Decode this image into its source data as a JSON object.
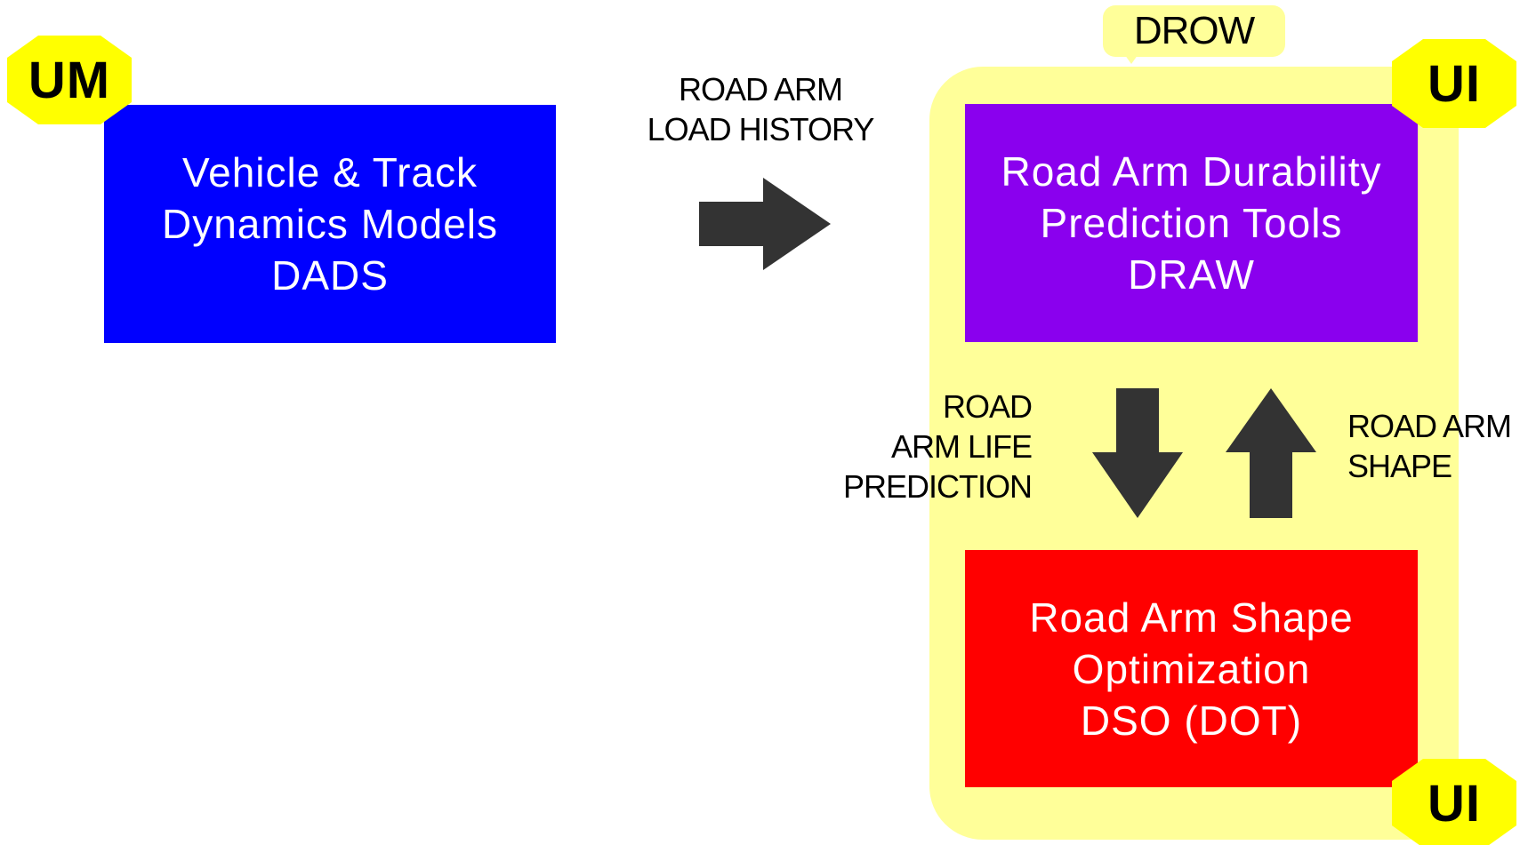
{
  "badges": {
    "left": "UM",
    "right_top": "UI",
    "right_bottom": "UI"
  },
  "drow_group": {
    "label": "DROW"
  },
  "boxes": {
    "dads": {
      "lines": [
        "Vehicle & Track",
        "Dynamics Models",
        "DADS"
      ]
    },
    "draw": {
      "lines": [
        "Road Arm Durability",
        "Prediction Tools",
        "DRAW"
      ]
    },
    "dso": {
      "lines": [
        "Road Arm Shape",
        "Optimization",
        "DSO (DOT)"
      ]
    }
  },
  "flows": {
    "load_history": [
      "ROAD ARM",
      "LOAD HISTORY"
    ],
    "life_prediction": [
      "ROAD",
      "ARM LIFE",
      "PREDICTION"
    ],
    "shape": [
      "ROAD ARM",
      "SHAPE"
    ]
  },
  "colors": {
    "dads_box": "#0000ff",
    "draw_box": "#8a00ee",
    "dso_box": "#ff0000",
    "drow_panel": "#ffff99",
    "badge": "#ffff00",
    "arrow": "#333333"
  }
}
